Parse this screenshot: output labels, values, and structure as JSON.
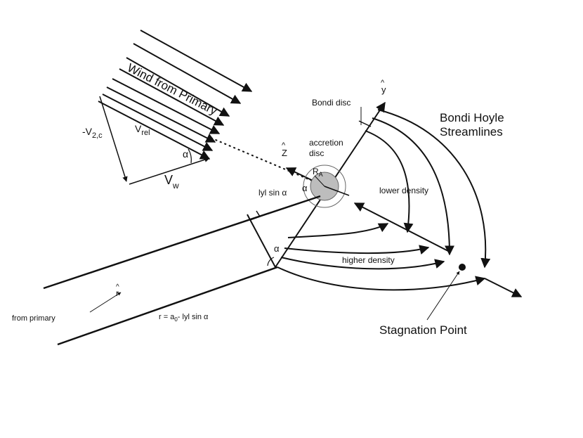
{
  "labels": {
    "wind_from_primary": "Wind from Primary",
    "v2c": "-V",
    "v2c_sub": "2,c",
    "vrel": "V",
    "vrel_sub": "rel",
    "vw": "V",
    "vw_sub": "w",
    "alpha": "α",
    "bondi_disc": "Bondi disc",
    "bondi_hoyle_1": "Bondi Hoyle",
    "bondi_hoyle_2": "Streamlines",
    "y_hat": "y",
    "z_hat": "Z",
    "accretion_1": "accretion",
    "accretion_2": "disc",
    "r_acc": "R",
    "r_acc_sub": "A",
    "lower_density": "lower density",
    "higher_density": "higher density",
    "y_sin_alpha": "lyl sin α",
    "r_hat": "r",
    "from_primary": "from primary",
    "r_eq_pre": "r = a",
    "r_eq_sub": "0",
    "r_eq_post": "- lyl sin α",
    "stagnation_point": "Stagnation Point"
  },
  "colors": {
    "line": "#111111",
    "accretor_fill": "#bdbdbd"
  }
}
